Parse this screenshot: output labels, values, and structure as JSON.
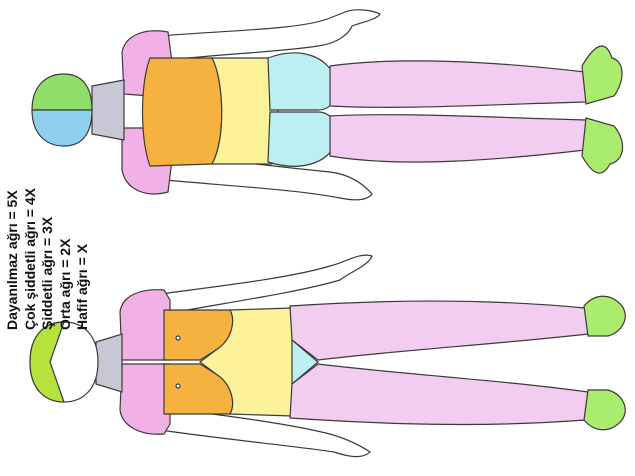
{
  "legend": {
    "items": [
      {
        "label": "Dayanılmaz ağrı = 5X"
      },
      {
        "label": "Çok şiddetli ağrı = 4X"
      },
      {
        "label": "Şiddetli ağrı = 3X"
      },
      {
        "label": "Orta ağrı = 2X"
      },
      {
        "label": "Hafif ağrı = X"
      }
    ]
  },
  "colors": {
    "head_green": "#8fde6a",
    "head_blue": "#8fd0ef",
    "neck": "#c7c7d6",
    "shoulder_pink": "#f2b1e6",
    "limb_pink": "#f3cdf0",
    "orange": "#f6b23e",
    "yellow": "#fbf29a",
    "cyan": "#bdeef2",
    "foot_green": "#a9ec6e",
    "skin": "#ffffff",
    "outline": "#3a3a3a"
  }
}
